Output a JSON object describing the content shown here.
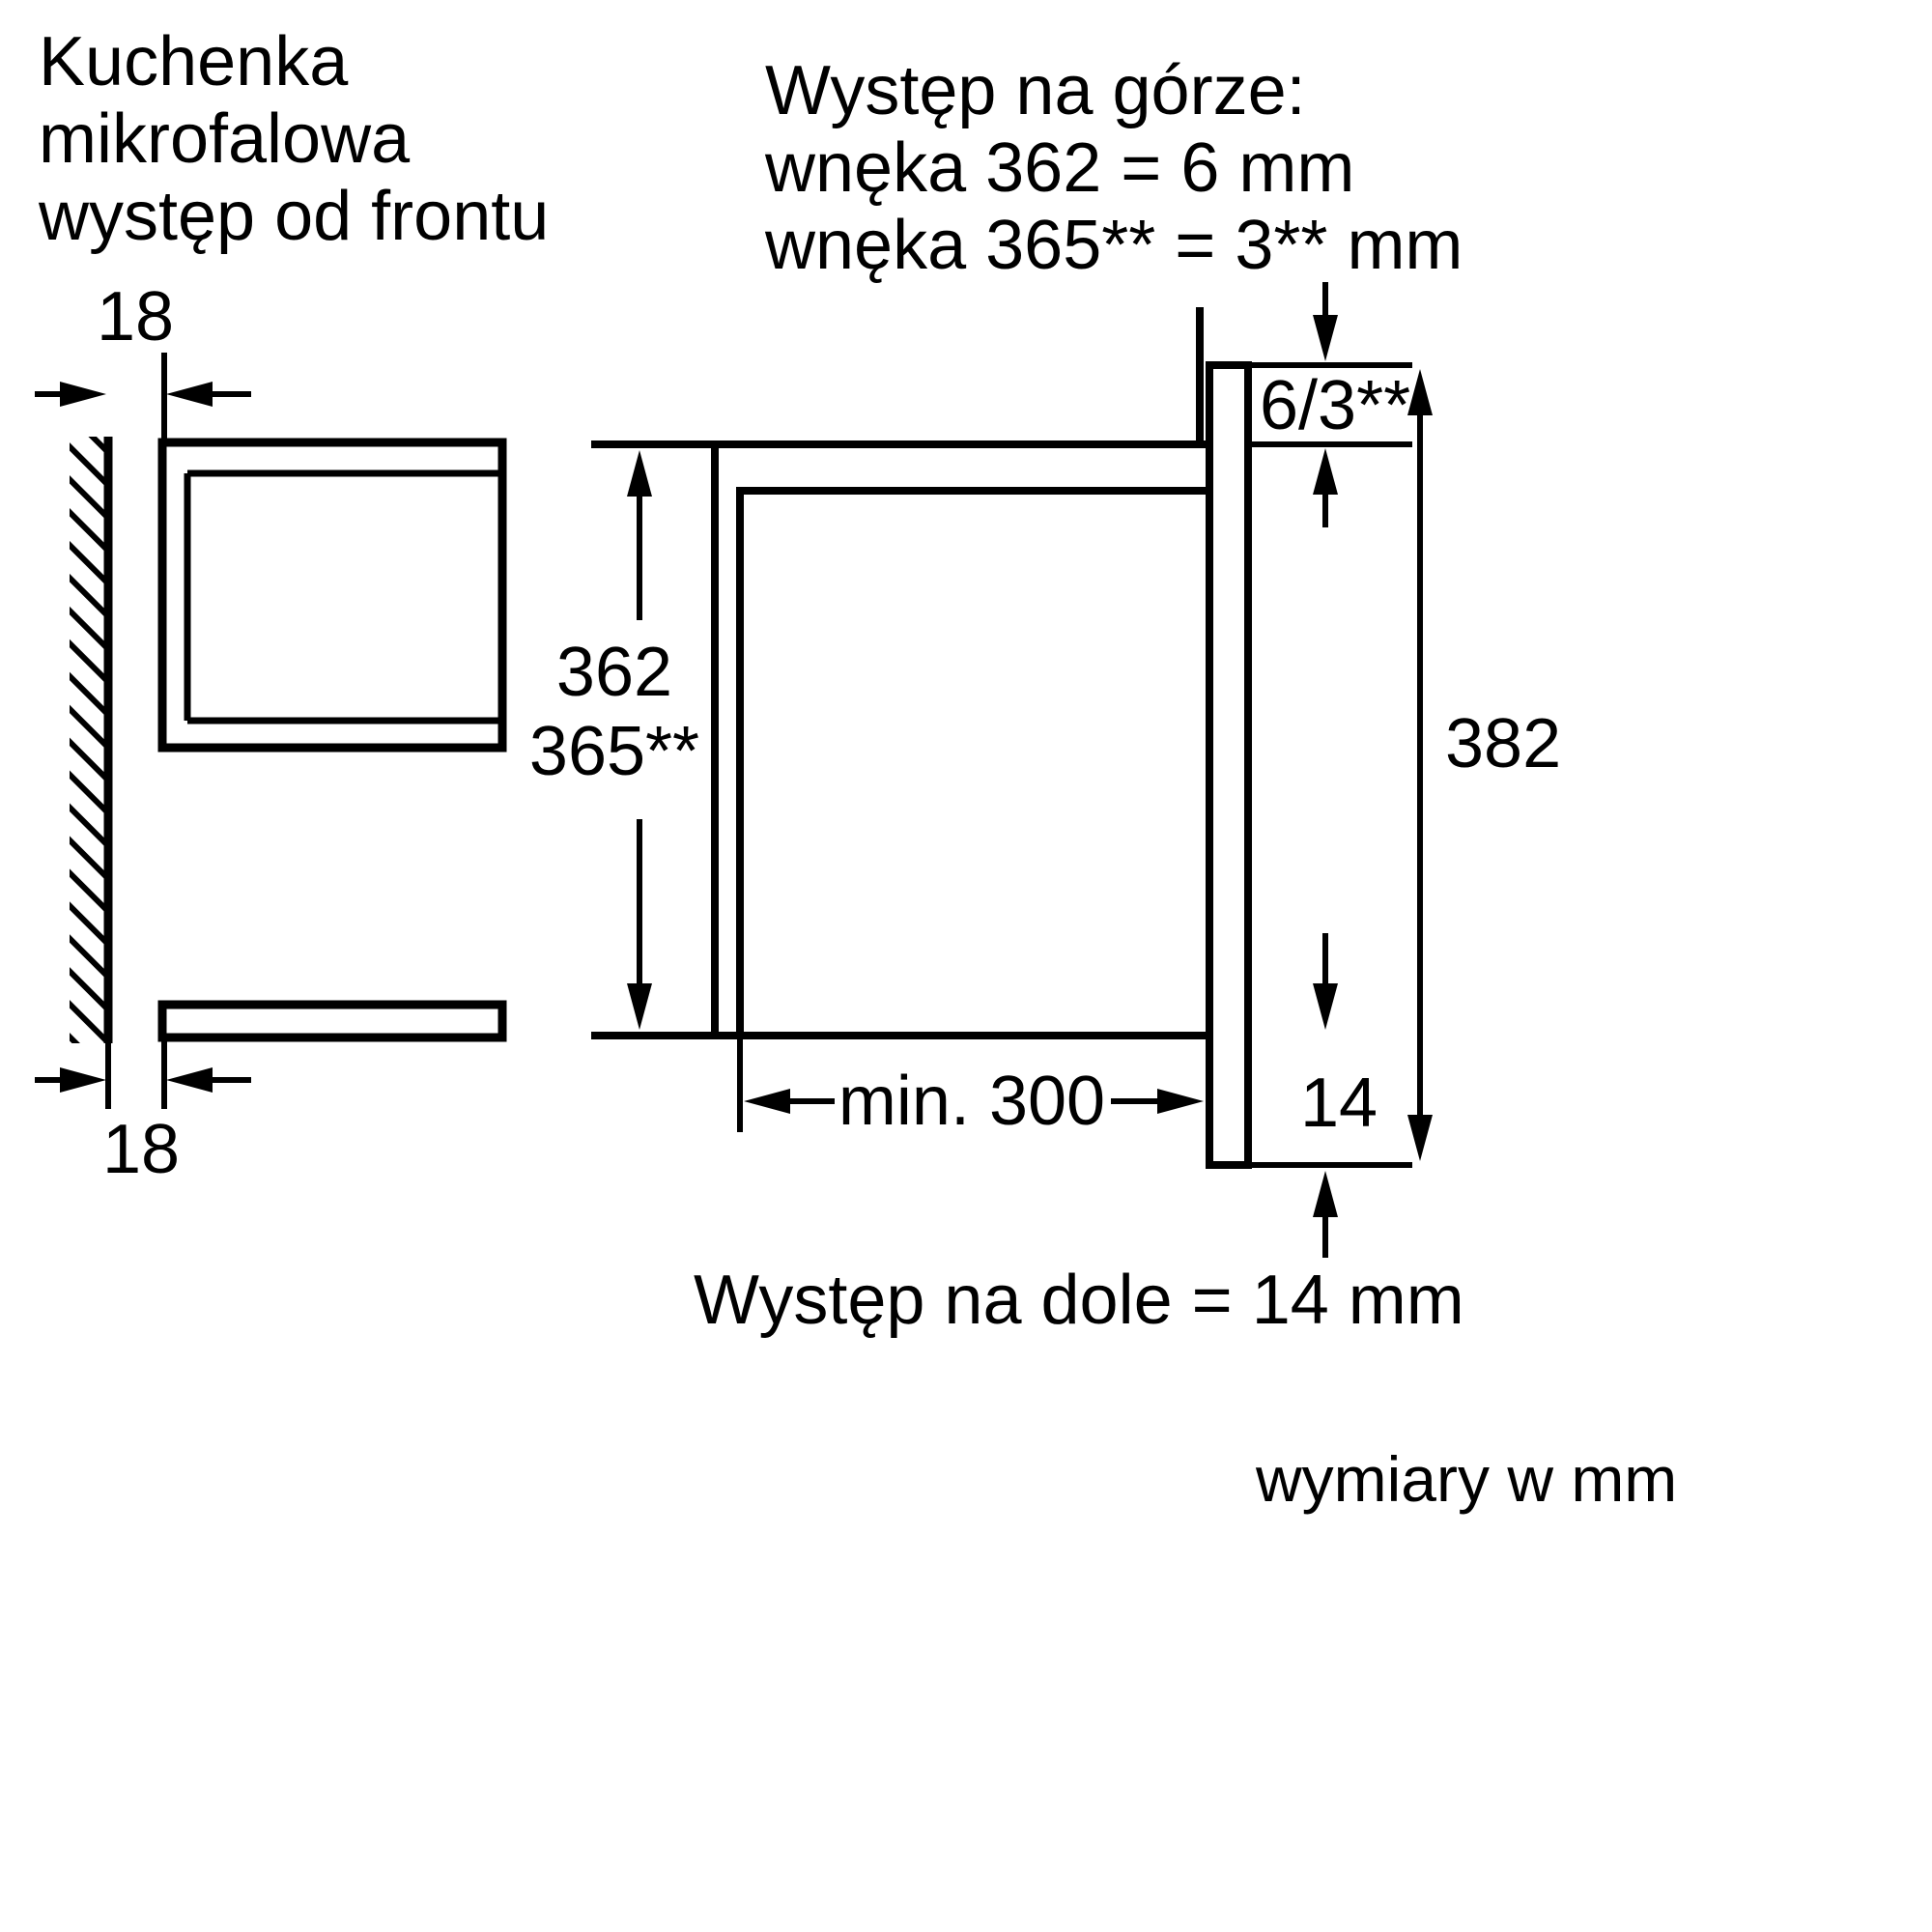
{
  "colors": {
    "line": "#000000",
    "text": "#000000",
    "background": "#ffffff"
  },
  "left_view": {
    "title_lines": [
      "Kuchenka",
      "mikrofalowa",
      "występ od frontu"
    ],
    "gap_top_mm": "18",
    "gap_bottom_mm": "18"
  },
  "right_view": {
    "top_note_lines": [
      "Występ na górze:",
      "wnęka 362 = 6 mm",
      "wnęka 365** = 3** mm"
    ],
    "niche_height_primary_mm": "362",
    "niche_height_alt_mm": "365**",
    "top_protrusion_mm": "6/3**",
    "front_height_mm": "382",
    "min_depth_mm": "min. 300",
    "bottom_protrusion_mm": "14",
    "bottom_note": "Występ na dole = 14 mm"
  },
  "footer": {
    "units_note": "wymiary w mm"
  }
}
